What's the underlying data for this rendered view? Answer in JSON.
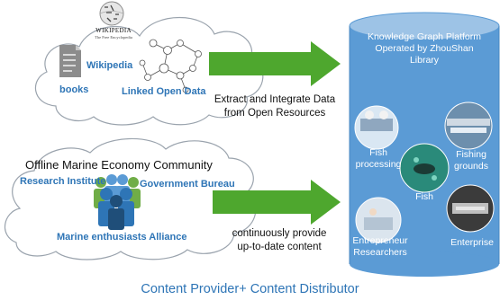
{
  "sources": {
    "wikipedia_logo_text": "WIKIPEDIA",
    "wikipedia_logo_tagline": "The Free Encyclopedia",
    "wikipedia": "Wikipedia",
    "books": "books",
    "linked_open_data": "Linked Open Data"
  },
  "community": {
    "title": "Offline Marine Economy Community",
    "research_institute": "Research Institute",
    "government_bureau": "Government Bureau",
    "enthusiasts": "Marine enthusiasts Alliance"
  },
  "arrows": {
    "top_line1": "Extract and Integrate Data",
    "top_line2": "from Open Resources",
    "bottom_line1": "continuously provide",
    "bottom_line2": "up-to-date content"
  },
  "platform": {
    "title_line1": "Knowledge Graph Platform",
    "title_line2": "Operated by ZhouShan",
    "title_line3": "Library",
    "fish_processing_line1": "Fish",
    "fish_processing_line2": "processing",
    "fishing_grounds_line1": "Fishing",
    "fishing_grounds_line2": "grounds",
    "fish": "Fish",
    "entrepreneur_line1": "Entrepreneur",
    "entrepreneur_line2": "Researchers",
    "enterprise": "Enterprise"
  },
  "footer": "Content Provider+ Content Distributor",
  "colors": {
    "accent_blue": "#2e75b6",
    "cylinder_blue": "#5b9bd5",
    "arrow_green": "#4ea72e"
  }
}
